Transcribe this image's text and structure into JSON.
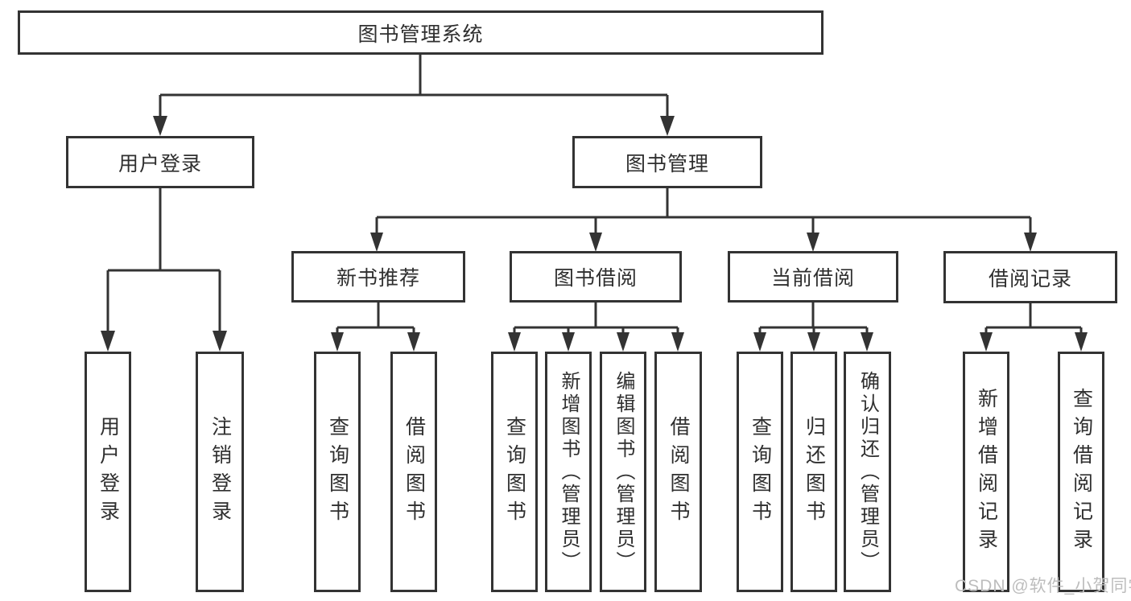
{
  "colors": {
    "line": "#333333",
    "text": "#2f2f2f",
    "background": "#ffffff",
    "watermark": "#bdbdbd"
  },
  "watermark": {
    "text": "CSDN @软件_小贺同学"
  },
  "tree": {
    "root": {
      "label": "图书管理系统",
      "children": [
        {
          "label": "用户登录",
          "children": [
            {
              "label": "用户登录"
            },
            {
              "label": "注销登录"
            }
          ]
        },
        {
          "label": "图书管理",
          "children": [
            {
              "label": "新书推荐",
              "children": [
                {
                  "label": "查询图书"
                },
                {
                  "label": "借阅图书"
                }
              ]
            },
            {
              "label": "图书借阅",
              "children": [
                {
                  "label": "查询图书"
                },
                {
                  "label": "新增图书（管理员）"
                },
                {
                  "label": "编辑图书（管理员）"
                },
                {
                  "label": "借阅图书"
                }
              ]
            },
            {
              "label": "当前借阅",
              "children": [
                {
                  "label": "查询图书"
                },
                {
                  "label": "归还图书"
                },
                {
                  "label": "确认归还（管理员）"
                }
              ]
            },
            {
              "label": "借阅记录",
              "children": [
                {
                  "label": "新增借阅记录"
                },
                {
                  "label": "查询借阅记录"
                }
              ]
            }
          ]
        }
      ]
    }
  }
}
